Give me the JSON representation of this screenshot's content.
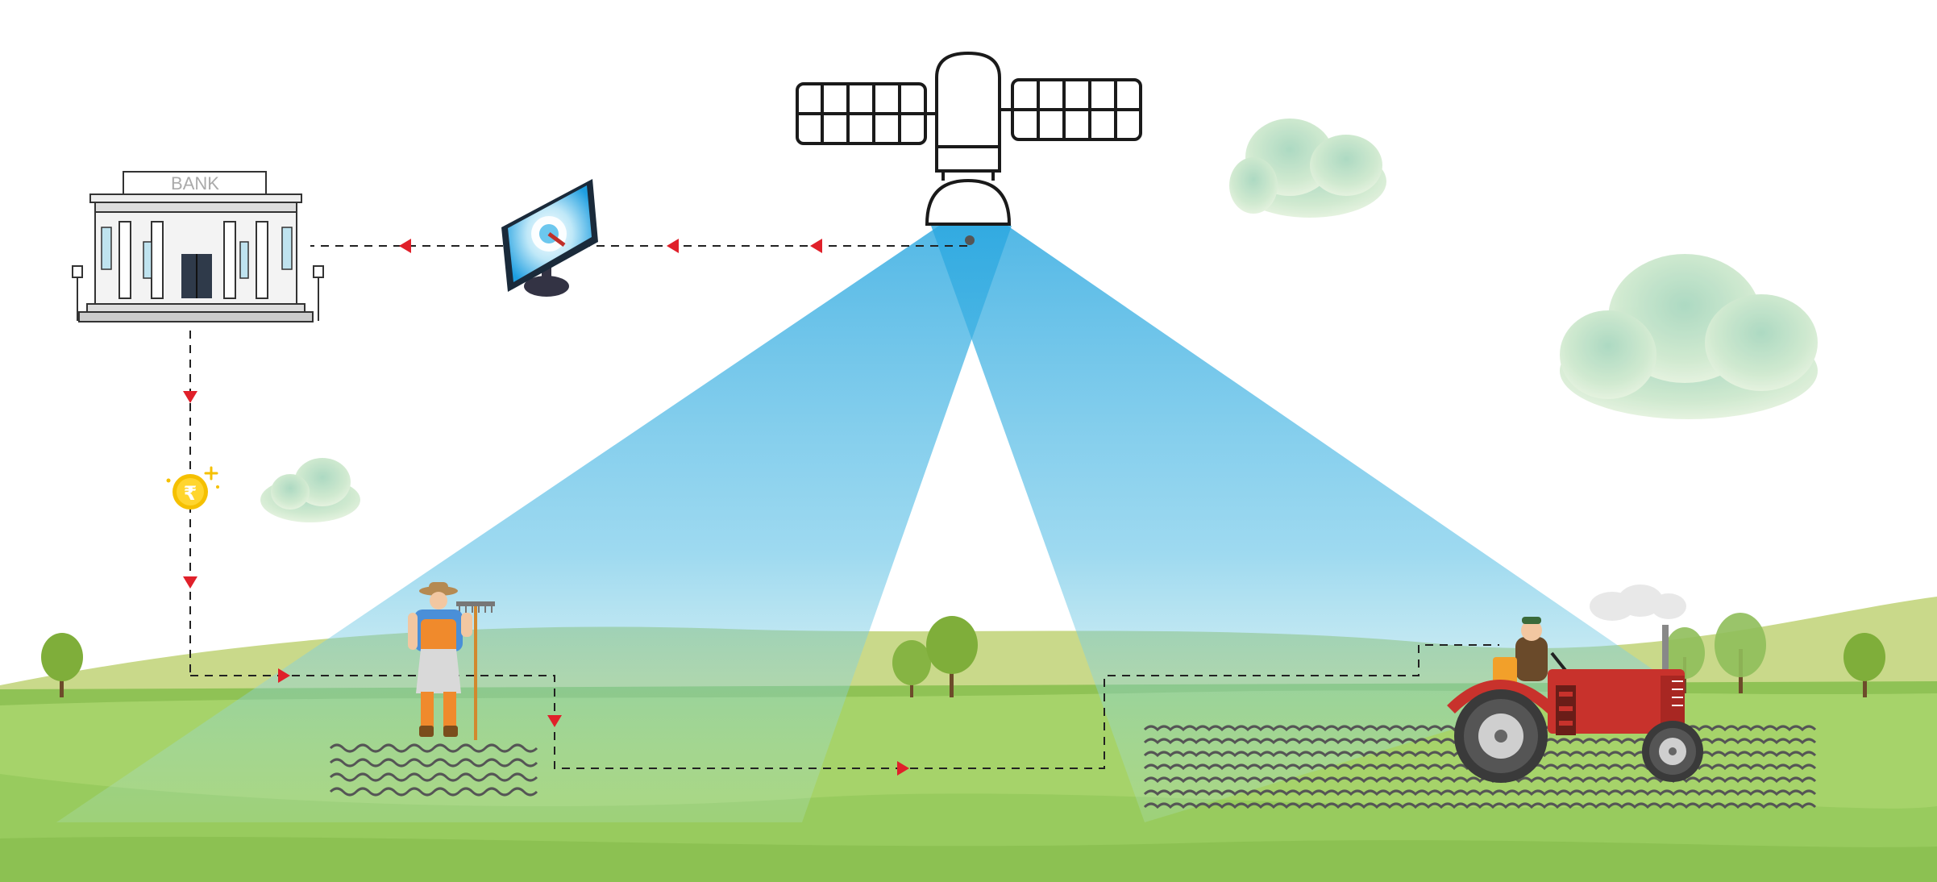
{
  "bank": {
    "sign_label": "BANK"
  },
  "rupee_coin": {
    "symbol": "₹",
    "color": "#f5c000"
  },
  "colors": {
    "beam": "#4fb8e6",
    "flow_arrow": "#e0202a",
    "flow_line": "#222222",
    "grass_light": "#a6d36a",
    "grass_dark": "#7fb94a",
    "hill": "#c9d98a",
    "tractor": "#c8322c",
    "satellite_stroke": "#1a1a1a"
  },
  "flow": {
    "description_steps": [
      "satellite",
      "monitor",
      "bank",
      "rupee-payment",
      "farmer",
      "field",
      "tractor"
    ]
  }
}
